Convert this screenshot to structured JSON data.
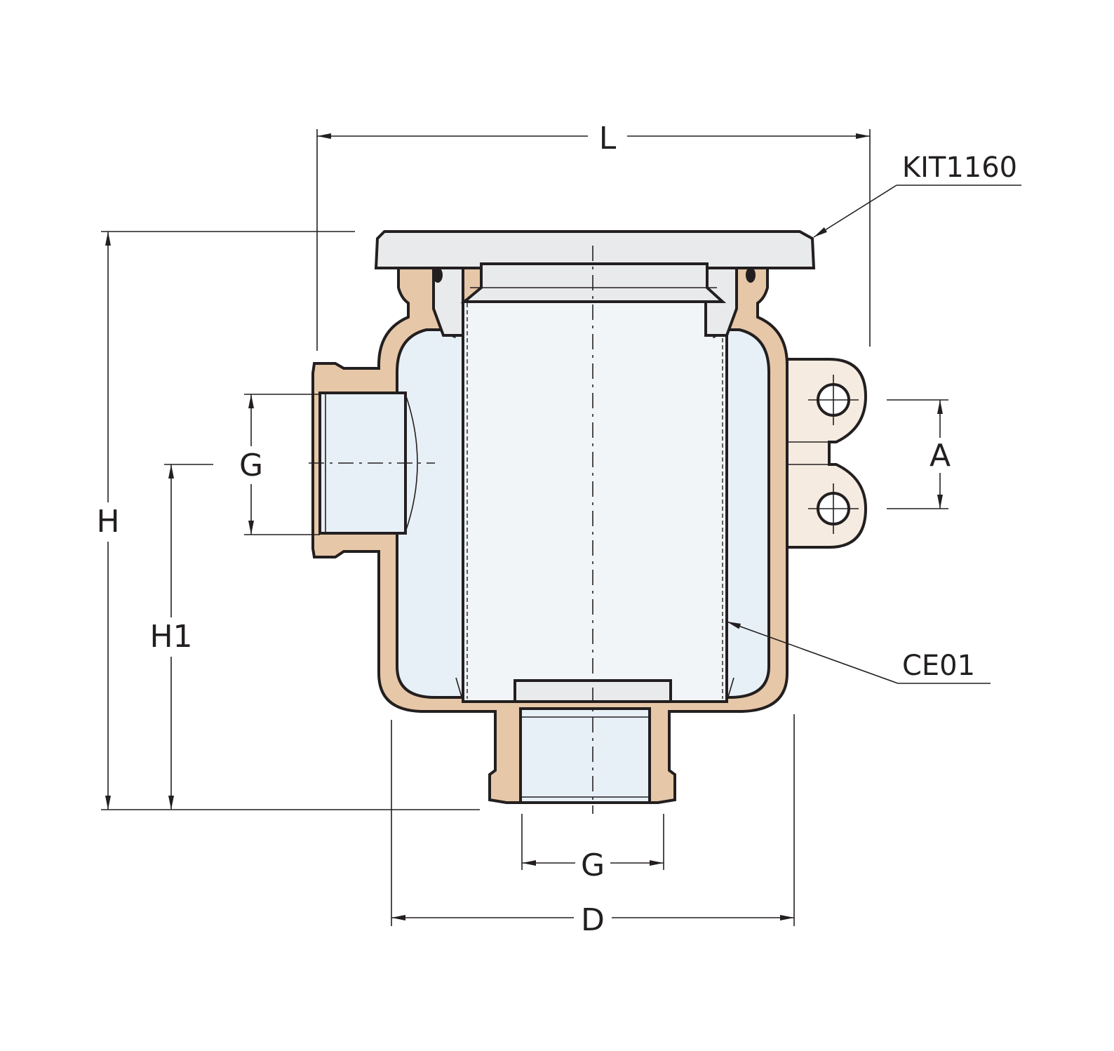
{
  "labels": {
    "L": "L",
    "H": "H",
    "H1": "H1",
    "G_side": "G",
    "G_bottom": "G",
    "A": "A",
    "D": "D",
    "kit": "KIT1160",
    "element": "CE01"
  },
  "colors": {
    "line": "#231f20",
    "bronze": "#e6c7a7",
    "glass": "#e8f0f7",
    "cap": "#e9eaeb",
    "bracket": "#f5ebe0"
  }
}
